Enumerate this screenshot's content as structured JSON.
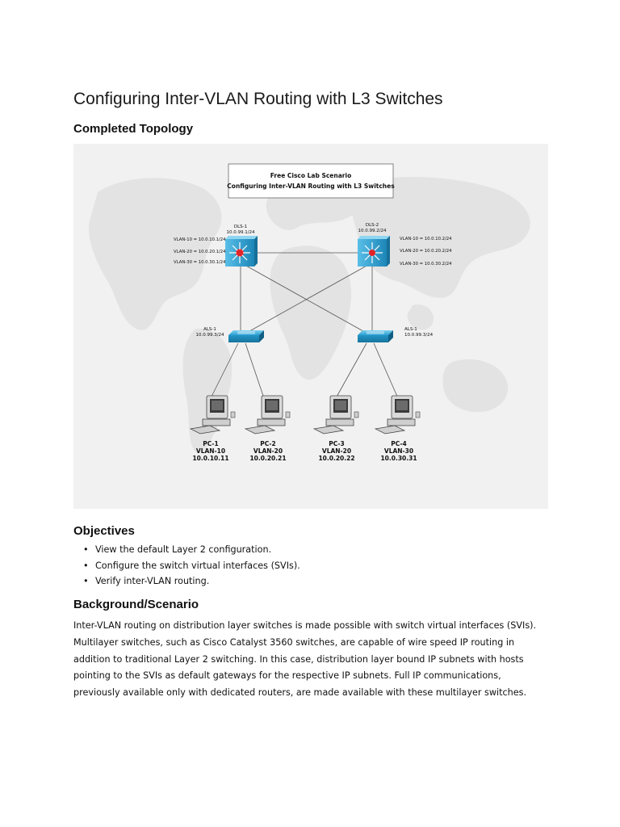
{
  "document": {
    "title": "Configuring Inter-VLAN Routing with L3 Switches",
    "topology_heading": "Completed Topology",
    "objectives_heading": "Objectives",
    "objectives": [
      "View the default Layer 2 configuration.",
      "Configure the switch virtual interfaces (SVIs).",
      "Verify inter-VLAN routing."
    ],
    "background_heading": "Background/Scenario",
    "background_text": "Inter-VLAN routing on distribution layer switches is made possible with switch virtual interfaces (SVIs). Multilayer switches, such as Cisco Catalyst 3560 switches, are capable of wire speed IP routing in addition to traditional Layer 2 switching. In this case, distribution layer bound IP subnets with hosts pointing to the SVIs as default gateways for the respective IP subnets. Full IP communications, previously available only with dedicated routers, are made available with these multilayer switches."
  },
  "diagram": {
    "banner_line1": "Free Cisco Lab Scenario",
    "banner_line2": "Configuring Inter-VLAN Routing with L3 Switches",
    "dls1": {
      "name": "DLS-1",
      "ip": "10.0.99.1/24",
      "svis": [
        "VLAN-10 = 10.0.10.1/24",
        "VLAN-20 = 10.0.20.1/24",
        "VLAN-30 = 10.0.30.1/24"
      ]
    },
    "dls2": {
      "name": "DLS-2",
      "ip": "10.0.99.2/24",
      "svis": [
        "VLAN-10 = 10.0.10.2/24",
        "VLAN-20 = 10.0.20.2/24",
        "VLAN-30 = 10.0.30.2/24"
      ]
    },
    "als1": {
      "name": "ALS-1",
      "ip": "10.0.99.3/24"
    },
    "als2": {
      "name": "ALS-1",
      "ip": "10.0.99.3/24"
    },
    "pcs": [
      {
        "name": "PC-1",
        "vlan": "VLAN-10",
        "ip": "10.0.10.11"
      },
      {
        "name": "PC-2",
        "vlan": "VLAN-20",
        "ip": "10.0.20.21"
      },
      {
        "name": "PC-3",
        "vlan": "VLAN-20",
        "ip": "10.0.20.22"
      },
      {
        "name": "PC-4",
        "vlan": "VLAN-30",
        "ip": "10.0.30.31"
      }
    ],
    "colors": {
      "switch": "#29a3d6",
      "l3_switch_core": "#e2232a",
      "background": "#f1f1f1",
      "map": "#e2e2e2"
    },
    "icons": {
      "l3_switch": "multilayer-switch-icon",
      "l2_switch": "workgroup-switch-icon",
      "pc": "pc-workstation-icon"
    }
  }
}
